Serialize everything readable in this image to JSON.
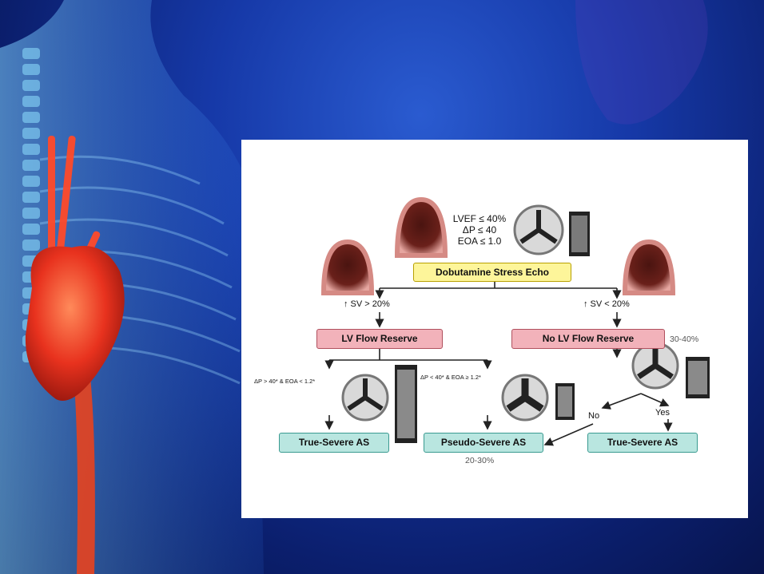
{
  "criteria": [
    "LVEF ≤ 40%",
    "ΔP ≤ 40",
    "EOA ≤ 1.0"
  ],
  "nodes": {
    "start": "Dobutamine Stress Echo",
    "reserve": "LV Flow Reserve",
    "no_reserve": "No LV Flow Reserve",
    "true_severe_left": "True-Severe AS",
    "pseudo_severe": "Pseudo-Severe AS",
    "true_severe_right": "True-Severe AS"
  },
  "branch_labels": {
    "sv_up": "↑ SV > 20%",
    "sv_down": "↑ SV < 20%",
    "left_criterion": "ΔP > 40* & EOA < 1.2*",
    "right_criterion": "ΔP < 40* & EOA ≥ 1.2*",
    "no": "No",
    "yes": "Yes"
  },
  "percentages": {
    "no_reserve": "30-40%",
    "pseudo": "20-30%"
  },
  "colors": {
    "arrow": "#222222",
    "node_start": "#fdf59a",
    "node_mid": "#f2b2ba",
    "node_end": "#b9e6e0",
    "heart": "#e8321e",
    "background": "#1639a8"
  }
}
